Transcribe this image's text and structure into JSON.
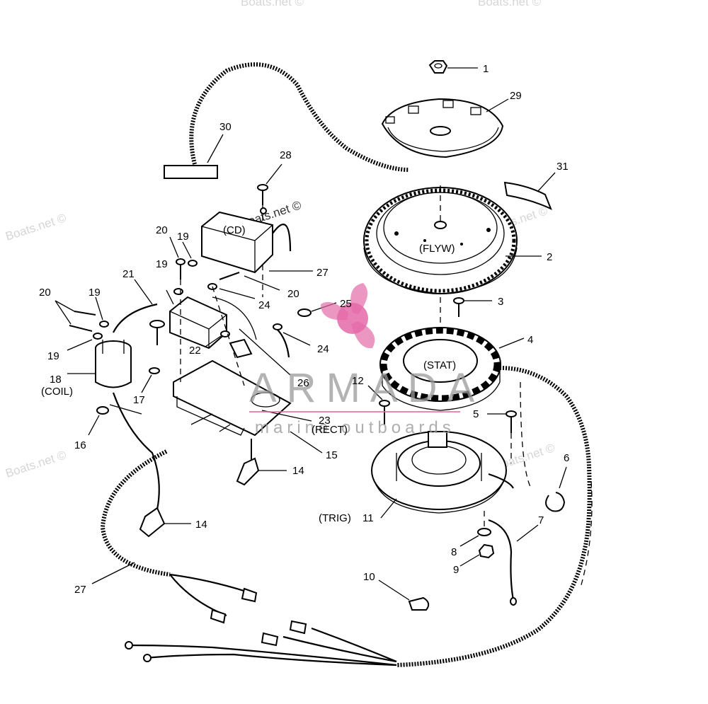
{
  "colors": {
    "logo_pink": "#e46aa8",
    "watermark_grey": "#d6d6d6",
    "ink": "#000000"
  },
  "watermark": {
    "site_text": "Boats.net ©",
    "brand": "ARMADA",
    "brand_sub": "marine outboards"
  },
  "part_callouts": [
    {
      "id": "1",
      "text": "1"
    },
    {
      "id": "29",
      "text": "29"
    },
    {
      "id": "31",
      "text": "31"
    },
    {
      "id": "2",
      "text": "2"
    },
    {
      "id": "3",
      "text": "3"
    },
    {
      "id": "4",
      "text": "4"
    },
    {
      "id": "5",
      "text": "5"
    },
    {
      "id": "6",
      "text": "6"
    },
    {
      "id": "7",
      "text": "7"
    },
    {
      "id": "8",
      "text": "8"
    },
    {
      "id": "9",
      "text": "9"
    },
    {
      "id": "10",
      "text": "10"
    },
    {
      "id": "11",
      "text": "11"
    },
    {
      "id": "12",
      "text": "12"
    },
    {
      "id": "14a",
      "text": "14"
    },
    {
      "id": "14b",
      "text": "14"
    },
    {
      "id": "15",
      "text": "15"
    },
    {
      "id": "16",
      "text": "16"
    },
    {
      "id": "17",
      "text": "17"
    },
    {
      "id": "18",
      "text": "18"
    },
    {
      "id": "19a",
      "text": "19"
    },
    {
      "id": "19b",
      "text": "19"
    },
    {
      "id": "19c",
      "text": "19"
    },
    {
      "id": "19d",
      "text": "19"
    },
    {
      "id": "20a",
      "text": "20"
    },
    {
      "id": "20b",
      "text": "20"
    },
    {
      "id": "20c",
      "text": "20"
    },
    {
      "id": "21",
      "text": "21"
    },
    {
      "id": "22",
      "text": "22"
    },
    {
      "id": "23",
      "text": "23"
    },
    {
      "id": "24a",
      "text": "24"
    },
    {
      "id": "24b",
      "text": "24"
    },
    {
      "id": "25",
      "text": "25"
    },
    {
      "id": "26",
      "text": "26"
    },
    {
      "id": "27a",
      "text": "27"
    },
    {
      "id": "27b",
      "text": "27"
    },
    {
      "id": "28",
      "text": "28"
    },
    {
      "id": "30",
      "text": "30"
    }
  ],
  "component_tags": {
    "flywheel": "(FLYW)",
    "stator": "(STAT)",
    "cd_module": "(CD)",
    "coil": "(COIL)",
    "rectifier": "(RECT)",
    "trigger": "(TRIG)"
  }
}
